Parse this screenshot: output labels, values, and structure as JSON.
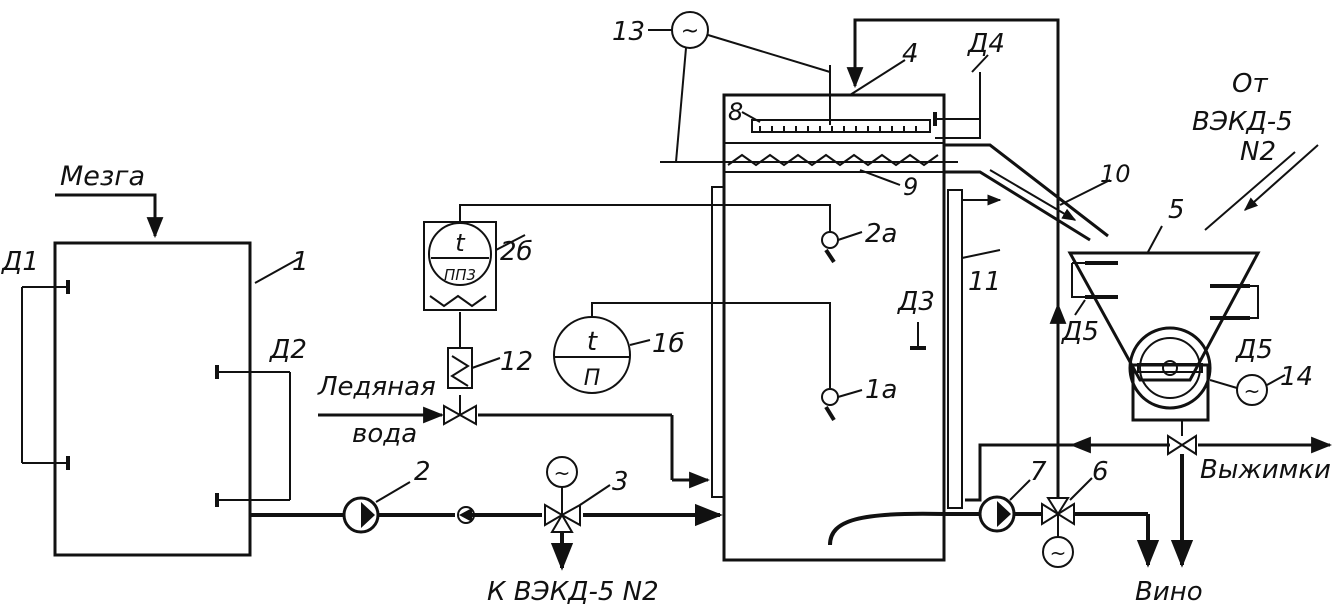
{
  "labels": {
    "mezga": "Мезга",
    "ice_water_1": "Ледяная",
    "ice_water_2": "вода",
    "to_vekd": "К ВЭКД-5 N2",
    "from_1": "От",
    "from_2": "ВЭКД-5",
    "from_3": "N2",
    "vyzhimki": "Выжимки",
    "vino": "Вино"
  },
  "sensors": {
    "d1": "Д1",
    "d2": "Д2",
    "d3": "Д3",
    "d4": "Д4",
    "d5_left": "Д5",
    "d5_right": "Д5"
  },
  "numbers": {
    "n1": "1",
    "n2": "2",
    "n3": "3",
    "n4": "4",
    "n5": "5",
    "n6": "6",
    "n7": "7",
    "n8": "8",
    "n9": "9",
    "n10": "10",
    "n11": "11",
    "n12": "12",
    "n13": "13",
    "n14": "14",
    "n1a": "1а",
    "n1b": "1б",
    "n2a": "2а",
    "n2b": "2б"
  },
  "instruments": {
    "gauge1_top": "t",
    "gauge1_bottom": "П",
    "gauge2_top": "t",
    "gauge2_bottom": "ПП3"
  },
  "motor_symbol": "~"
}
